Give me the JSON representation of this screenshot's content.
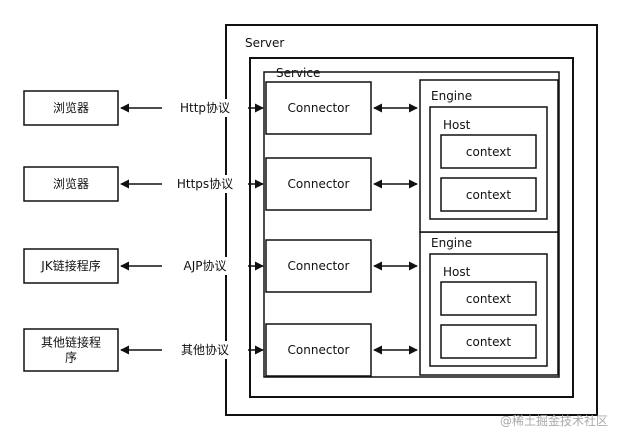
{
  "server": {
    "label": "Server"
  },
  "service": {
    "label": "Service"
  },
  "clients": [
    {
      "label_lines": [
        "浏览器"
      ],
      "protocol": "Http协议",
      "connector": "Connector"
    },
    {
      "label_lines": [
        "浏览器"
      ],
      "protocol": "Https协议",
      "connector": "Connector"
    },
    {
      "label_lines": [
        "JK链接程序"
      ],
      "protocol": "AJP协议",
      "connector": "Connector"
    },
    {
      "label_lines": [
        "其他链接程",
        "序"
      ],
      "protocol": "其他协议",
      "connector": "Connector"
    }
  ],
  "engines": [
    {
      "label": "Engine",
      "host": {
        "label": "Host",
        "contexts": [
          "context",
          "context"
        ]
      }
    },
    {
      "label": "Engine",
      "host": {
        "label": "Host",
        "contexts": [
          "context",
          "context"
        ]
      }
    }
  ],
  "watermark": "@稀土掘金技术社区",
  "colors": {
    "stroke": "#111111",
    "text": "#111111",
    "watermark": "#aaaaaa"
  }
}
